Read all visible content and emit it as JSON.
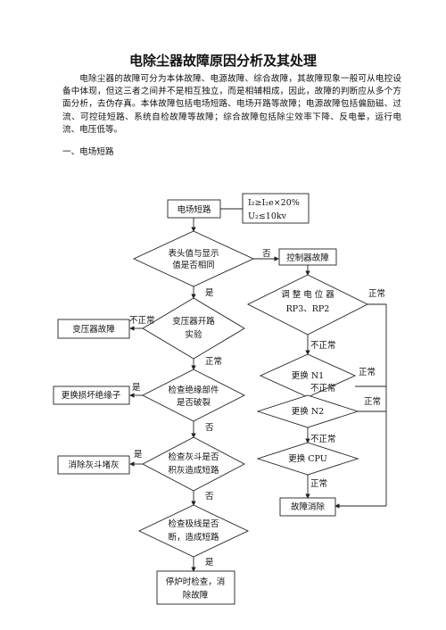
{
  "document": {
    "title": "电除尘器故障原因分析及其处理",
    "intro": "电除尘器的故障可分为本体故障、电源故障、综合故障，其故障现象一般可从电控设备中体现，但这三者之间并不是相互独立，而是相辅相成，因此，故障的判断应从多个方面分析，去伪存真。本体故障包括电场短路、电场开路等故障；电源故障包括偏励磁、过流、可控硅短路、系统自检故障等故障；综合故障包括除尘效率下降、反电晕，运行电流、电压低等。",
    "section": "一、电场短路"
  },
  "flowchart": {
    "start": "电场短路",
    "condition_line1": "I₂≥I₂e×20%",
    "condition_line2": "U₂≤10kv",
    "d1": [
      "表头值与显示",
      "值是否相同"
    ],
    "controller_fault": "控制器故障",
    "d2": [
      "变压器开路",
      "实验"
    ],
    "transformer_fault": "变压器故障",
    "d3": [
      "检查绝缘部件",
      "是否破裂"
    ],
    "replace_insulator": "更换损坏绝缘子",
    "d4": [
      "检查灰斗是否",
      "积灰造成短路"
    ],
    "clear_hopper": "消除灰斗堵灰",
    "d5": [
      "检查极线是否",
      "断，造成短路"
    ],
    "stop_check": [
      "停炉时检查，消",
      "除故障"
    ],
    "r1": [
      "调 整 电 位 器",
      "RP3、RP2"
    ],
    "r2": "更换 N1",
    "r3": "更换 N2",
    "r4": "更换 CPU",
    "fault_cleared": "故障消除",
    "labels": {
      "yes": "是",
      "no": "否",
      "normal": "正常",
      "abnormal": "不正常"
    }
  }
}
